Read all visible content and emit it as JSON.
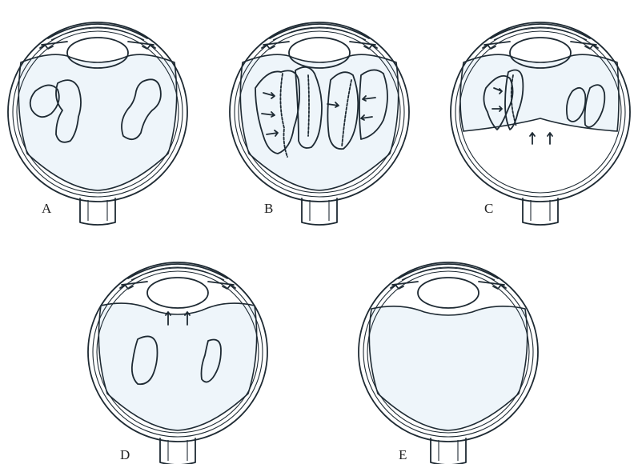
{
  "colors": {
    "vitreous_fill": "#eef5fa",
    "line": "#1e2a33",
    "background": "#ffffff"
  },
  "panels": [
    {
      "id": "A",
      "label": "A"
    },
    {
      "id": "B",
      "label": "B"
    },
    {
      "id": "C",
      "label": "C"
    },
    {
      "id": "D",
      "label": "D"
    },
    {
      "id": "E",
      "label": "E"
    }
  ]
}
